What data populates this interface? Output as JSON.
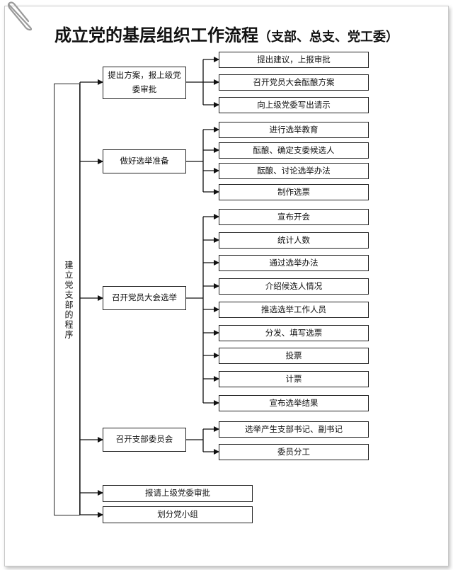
{
  "title": {
    "main": "成立党的基层组织工作流程",
    "sub": "（支部、总支、党工委）"
  },
  "root_label": "建立党支部的程序",
  "steps": [
    {
      "label": "提出方案，报上级党委审批",
      "items": [
        "提出建议，上报审批",
        "召开党员大会酝酿方案",
        "向上级党委写出请示"
      ]
    },
    {
      "label": "做好选举准备",
      "items": [
        "进行选举教育",
        "酝酿、确定支委候选人",
        "酝酿、讨论选举办法",
        "制作选票"
      ]
    },
    {
      "label": "召开党员大会选举",
      "items": [
        "宣布开会",
        "统计人数",
        "通过选举办法",
        "介绍候选人情况",
        "推选选举工作人员",
        "分发、填写选票",
        "投票",
        "计票",
        "宣布选举结果"
      ]
    },
    {
      "label": "召开支部委员会",
      "items": [
        "选举产生支部书记、副书记",
        "委员分工"
      ]
    },
    {
      "label": "报请上级党委审批",
      "items": []
    },
    {
      "label": "划分党小组",
      "items": []
    }
  ]
}
